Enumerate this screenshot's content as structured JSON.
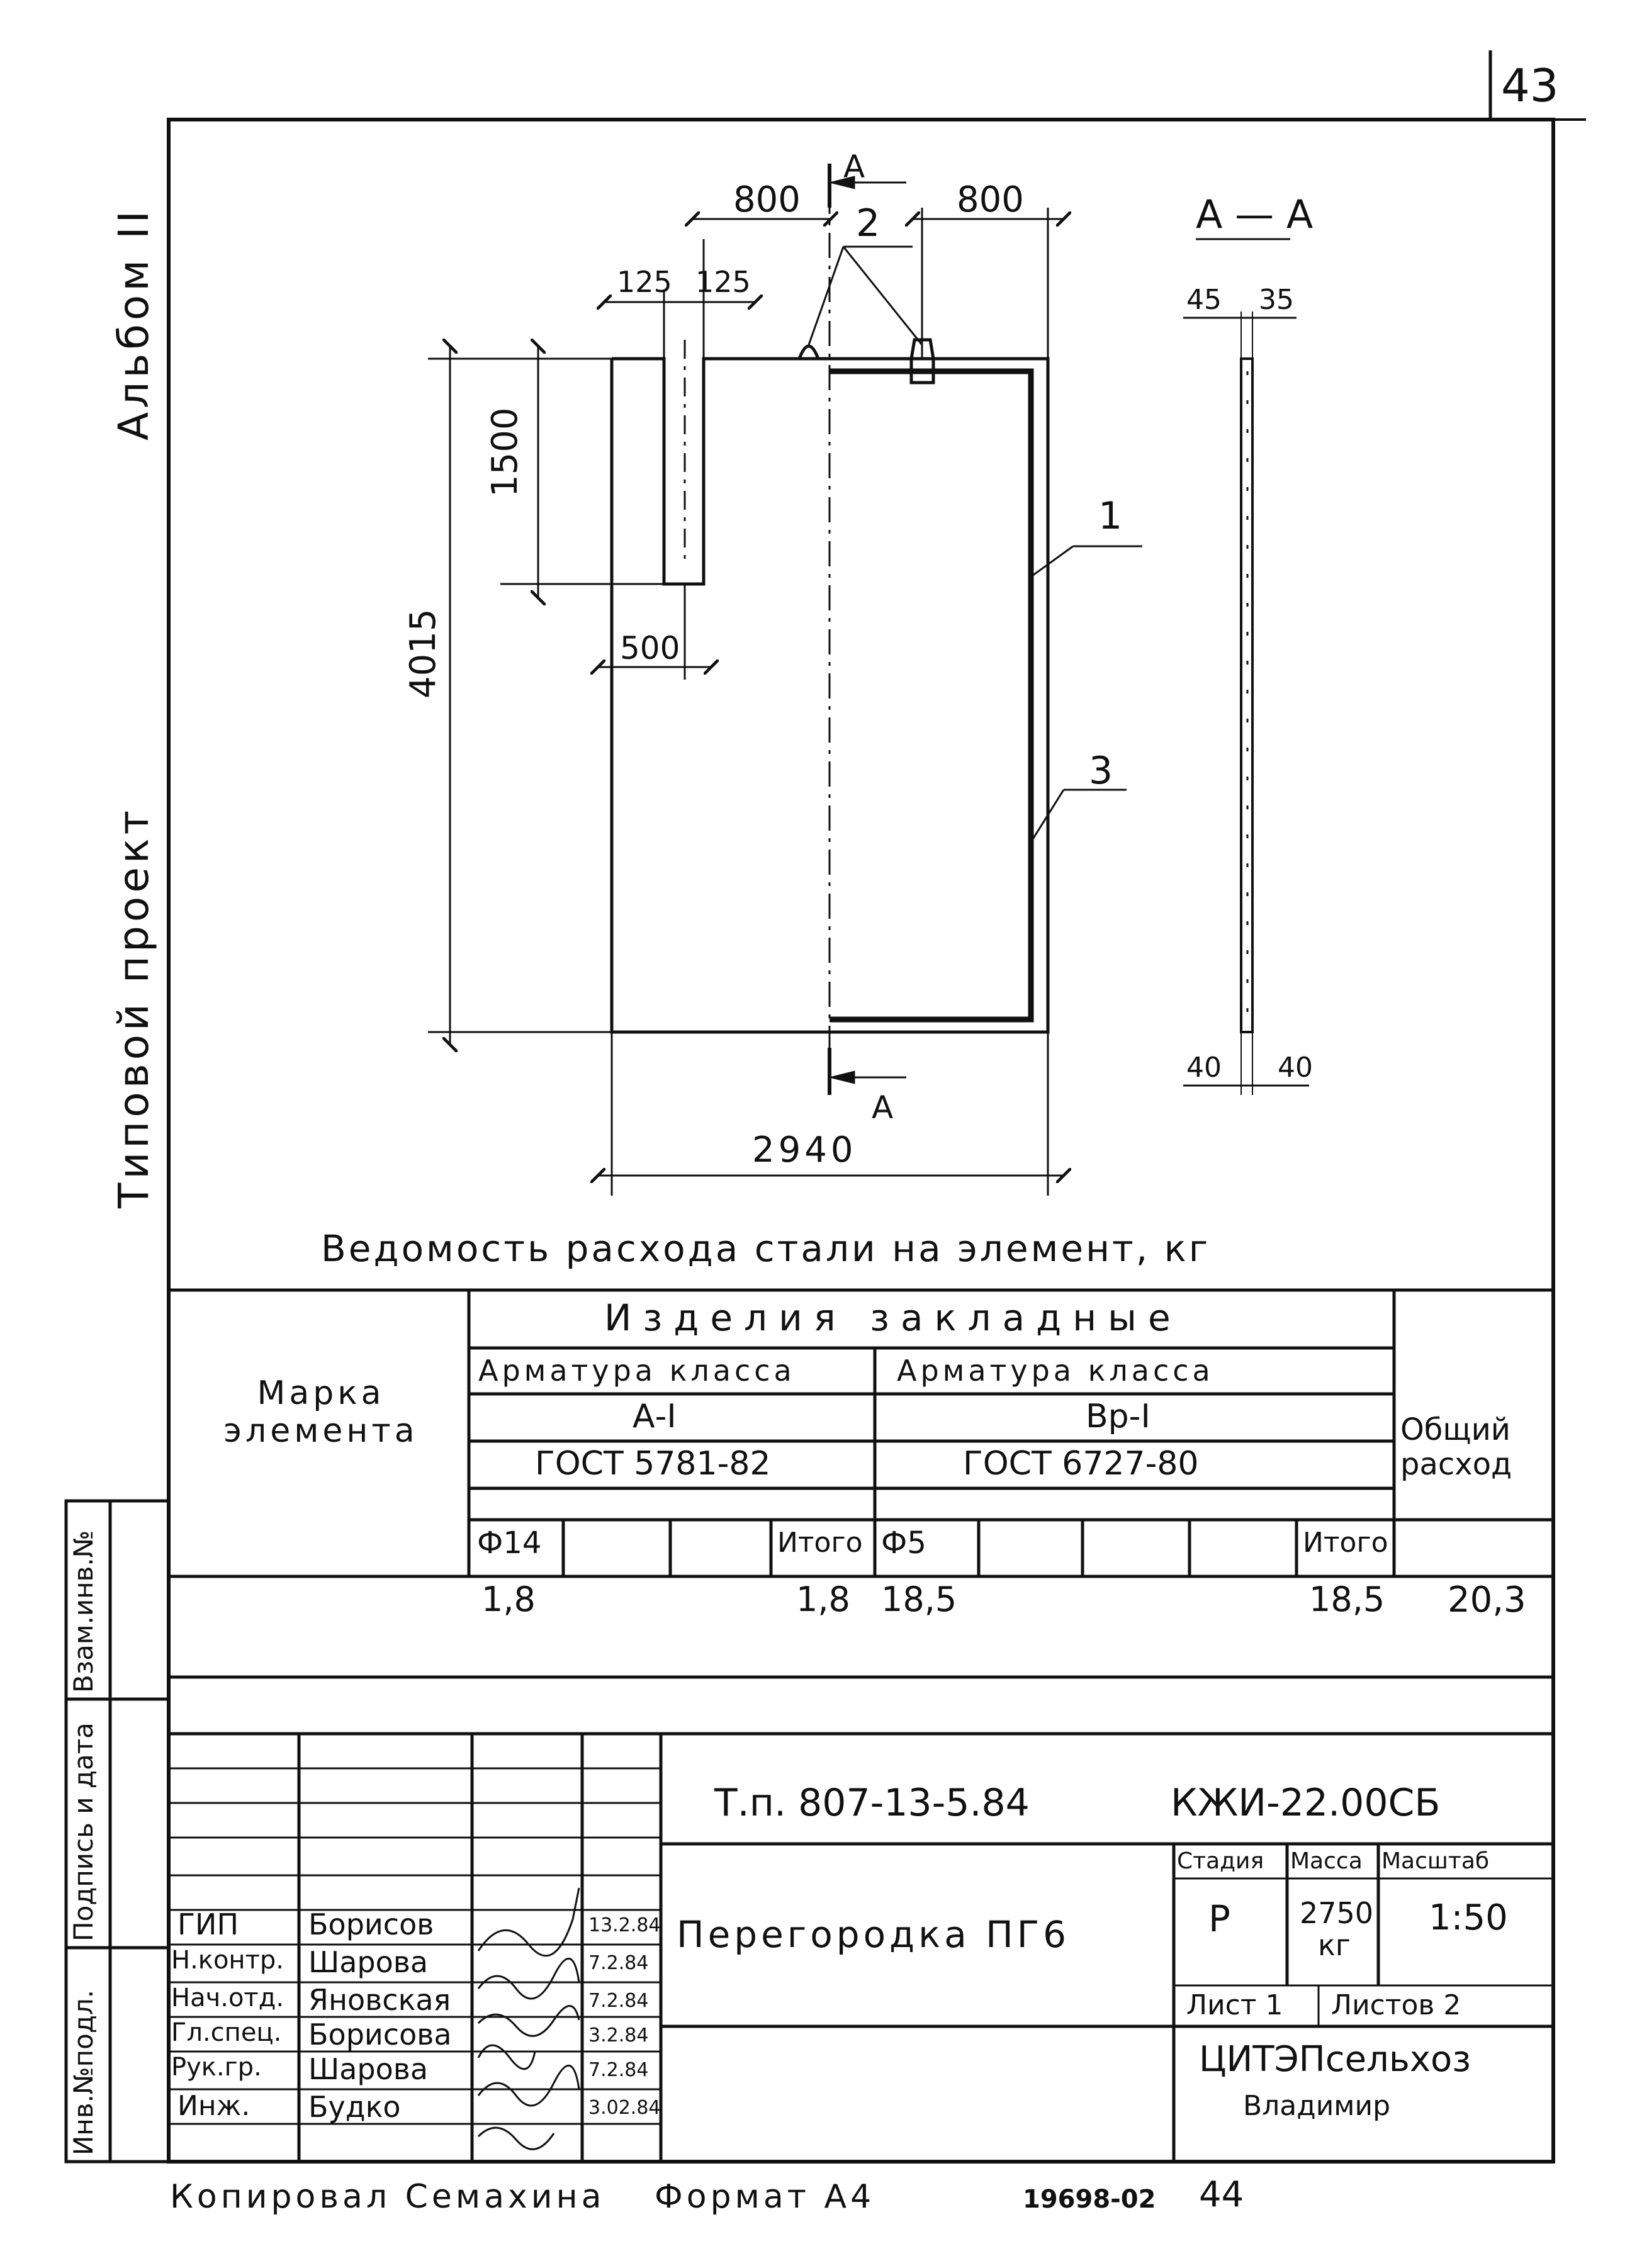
{
  "page_number": "43",
  "side": {
    "album": "Альбом II",
    "project": "Типовой проект"
  },
  "drawing": {
    "section_mark": "А",
    "section_title": "А — А",
    "dims": {
      "top_left_800": "800",
      "top_right_800": "800",
      "slot_125_a": "125",
      "slot_125_b": "125",
      "slot_height": "1500",
      "total_height": "4015",
      "slot_offset": "500",
      "width": "2940",
      "sec_45": "45",
      "sec_35": "35",
      "sec_40a": "40",
      "sec_40b": "40"
    },
    "callouts": {
      "c1": "1",
      "c2": "2",
      "c3": "3"
    }
  },
  "spec": {
    "title": "Ведомость расхода стали на элемент, кг",
    "mark_header": "Марка элемента",
    "embedded": "Изделия закладные",
    "armature_left": "Арматура класса",
    "armature_right": "Арматура класса",
    "class_left": "А-I",
    "class_right": "Вр-I",
    "gost_left": "ГОСТ 5781-82",
    "gost_right": "ГОСТ 6727-80",
    "total_header": "Общий расход",
    "sub_left": "Ф14",
    "itogo_left": "Итого",
    "sub_right": "Ф5",
    "itogo_right": "Итого",
    "values": {
      "f14": "1,8",
      "itogo_l": "1,8",
      "f5": "18,5",
      "itogo_r": "18,5",
      "total": "20,3"
    }
  },
  "stamp": {
    "doc_code": "Т.п. 807-13-5.84",
    "sheet_code": "КЖИ-22.00СБ",
    "stage_h": "Стадия",
    "mass_h": "Масса",
    "scale_h": "Масштаб",
    "stage": "Р",
    "mass": "2750 кг",
    "scale": "1:50",
    "sheet": "Лист 1",
    "sheets": "Листов 2",
    "org1": "ЦИТЭПсельхоз",
    "org2": "Владимир",
    "name": "Перегородка   ПГ6",
    "people": [
      {
        "role": "ГИП",
        "name": "Борисов",
        "date": "13.2.84"
      },
      {
        "role": "Н.контр.",
        "name": "Шарова",
        "date": "7.2.84"
      },
      {
        "role": "Нач.отд.",
        "name": "Яновская",
        "date": "7.2.84"
      },
      {
        "role": "Гл.спец.",
        "name": "Борисова",
        "date": "3.2.84"
      },
      {
        "role": "Рук.гр.",
        "name": "Шарова",
        "date": "7.2.84"
      },
      {
        "role": "Инж.",
        "name": "Будко",
        "date": "3.02.84"
      }
    ]
  },
  "left_strip": {
    "inv": "Инв.№подл.",
    "sign": "Подпись и дата",
    "vzam": "Взам.инв.№"
  },
  "footer": {
    "copied": "Копировал Семахина",
    "format": "Формат А4",
    "num": "19698-02",
    "page": "44"
  }
}
